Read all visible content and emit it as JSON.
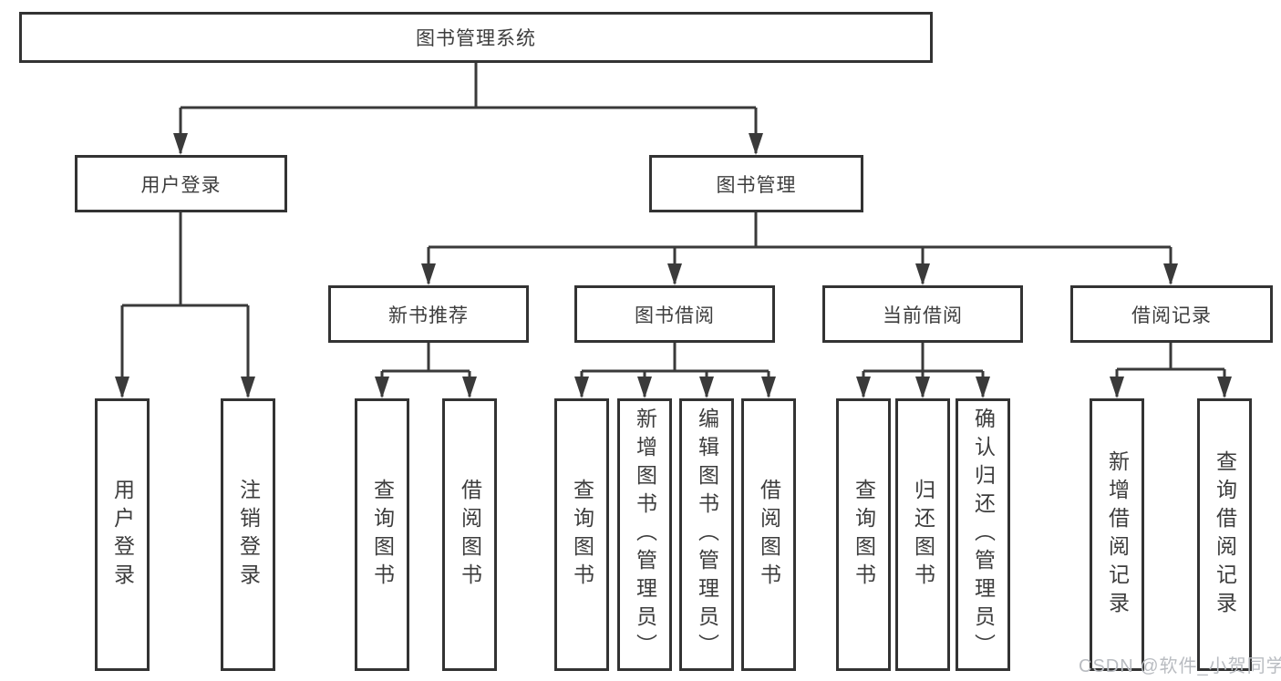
{
  "diagram": {
    "root": {
      "label": "图书管理系统"
    },
    "branches": [
      {
        "label": "用户登录",
        "children": [
          "用户登录",
          "注销登录"
        ]
      },
      {
        "label": "图书管理",
        "children": [
          {
            "label": "新书推荐",
            "children": [
              "查询图书",
              "借阅图书"
            ]
          },
          {
            "label": "图书借阅",
            "children": [
              "查询图书",
              "新增图书（管理员）",
              "编辑图书（管理员）",
              "借阅图书"
            ]
          },
          {
            "label": "当前借阅",
            "children": [
              "查询图书",
              "归还图书",
              "确认归还（管理员）"
            ]
          },
          {
            "label": "借阅记录",
            "children": [
              "新增借阅记录",
              "查询借阅记录"
            ]
          }
        ]
      }
    ],
    "colors": {
      "line": "#3a3a3a",
      "box_border": "#333333",
      "text": "#3d3d3d",
      "background": "#ffffff"
    }
  },
  "watermark": {
    "text": "CSDN @软件_小贺同学",
    "color": "#b9bcc1"
  }
}
